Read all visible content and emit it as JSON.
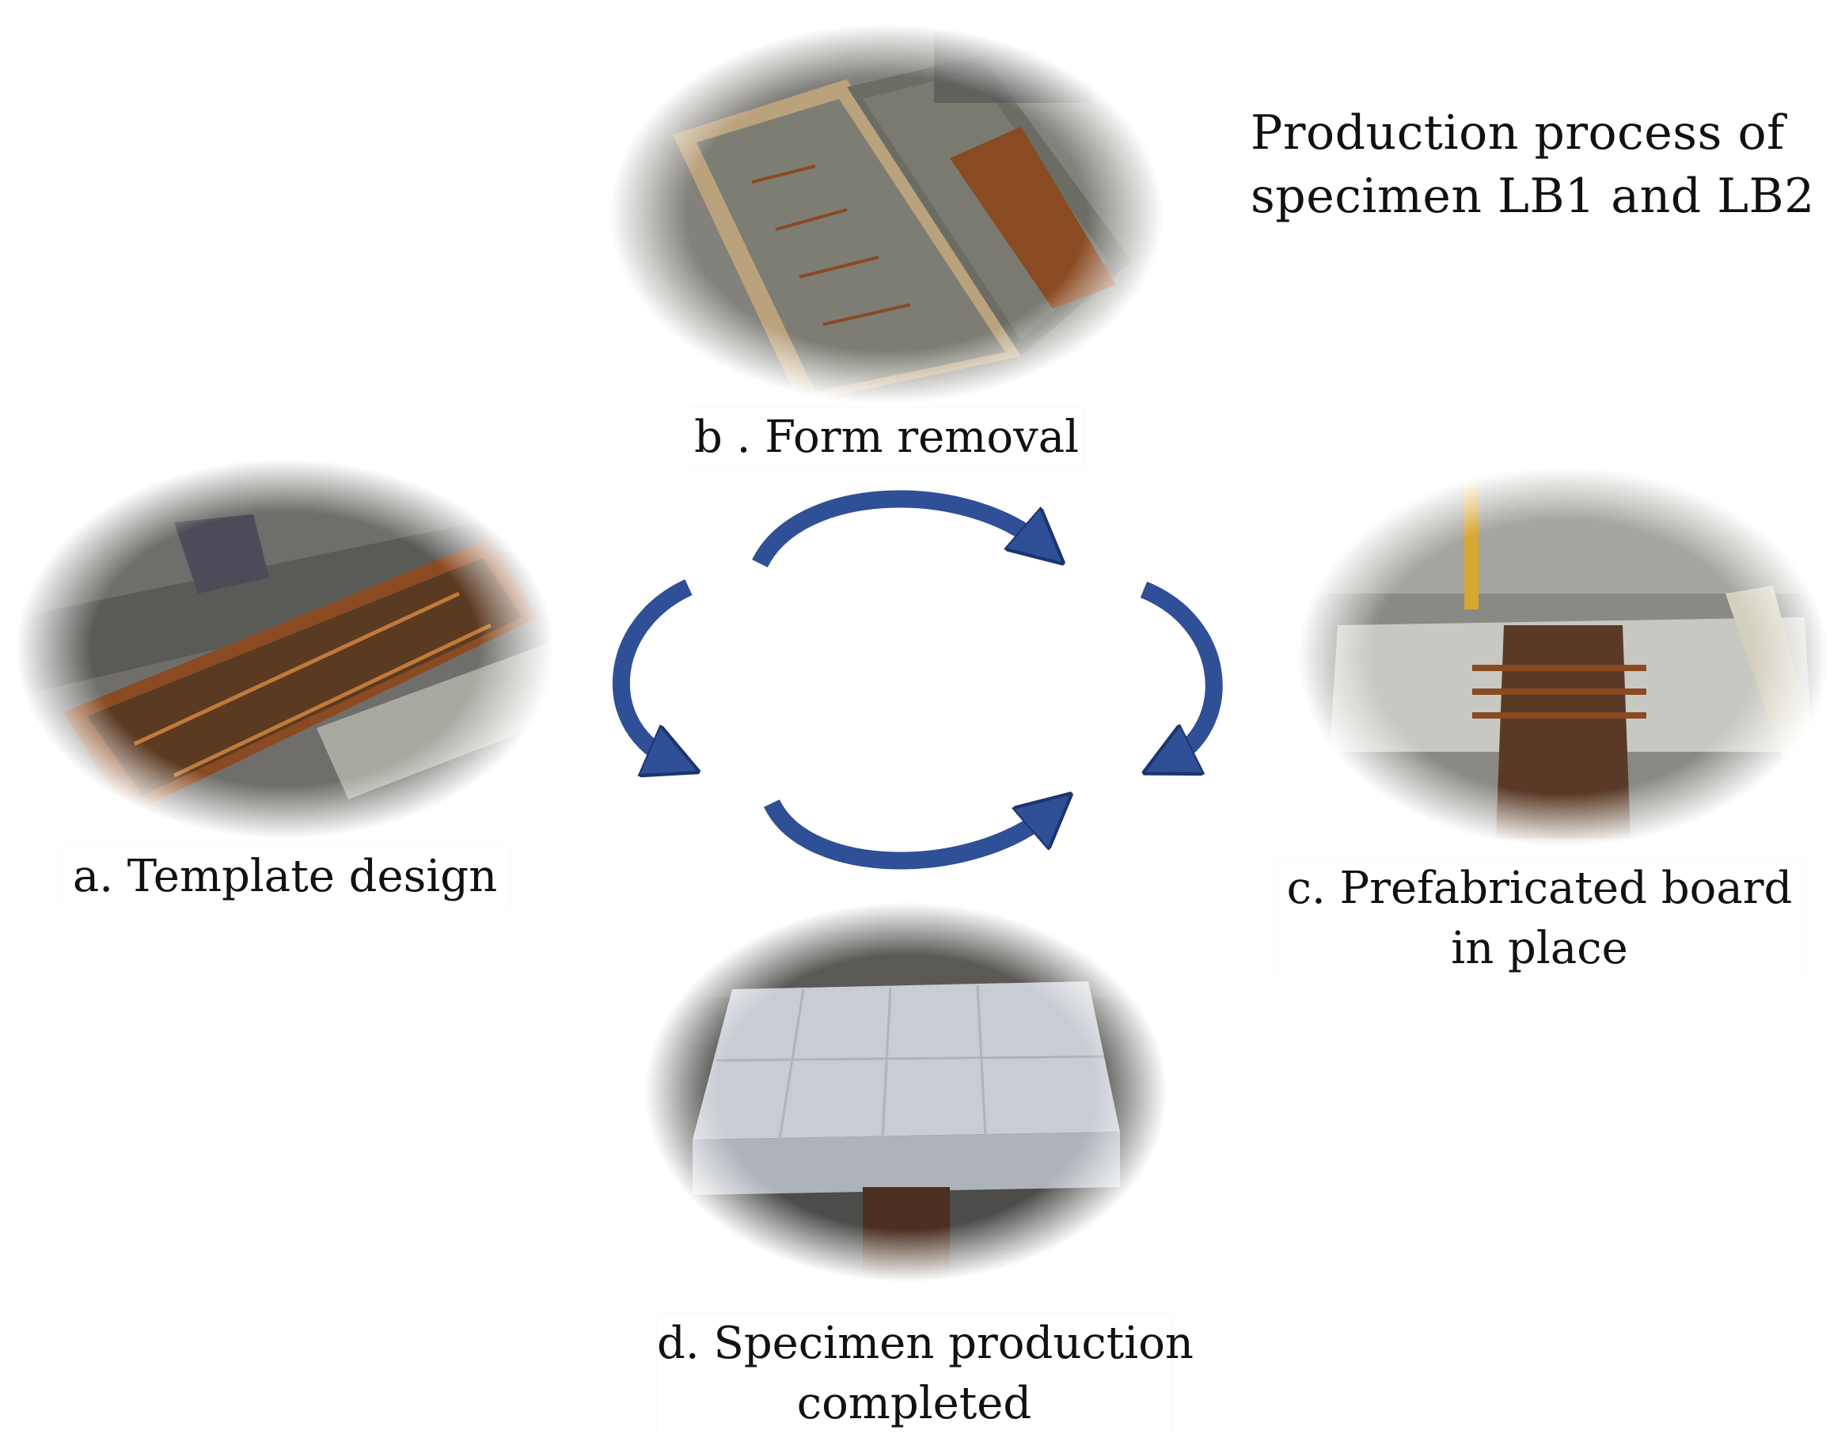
{
  "title": {
    "line1": "Production process of",
    "line2": "specimen LB1 and LB2"
  },
  "steps": [
    {
      "id": "a",
      "line1": "a. Template design",
      "line2": ""
    },
    {
      "id": "b",
      "line1": "b . Form removal",
      "line2": ""
    },
    {
      "id": "c",
      "line1": "c. Prefabricated  board",
      "line2": "in place"
    },
    {
      "id": "d",
      "line1": "d. Specimen  production",
      "line2": "completed"
    }
  ],
  "colors": {
    "arrow": "#2f4f96",
    "arrow_edge": "#1d356e",
    "concrete": "#9c9c96",
    "rust": "#8a4a22",
    "ground": "#6f6e6a"
  }
}
